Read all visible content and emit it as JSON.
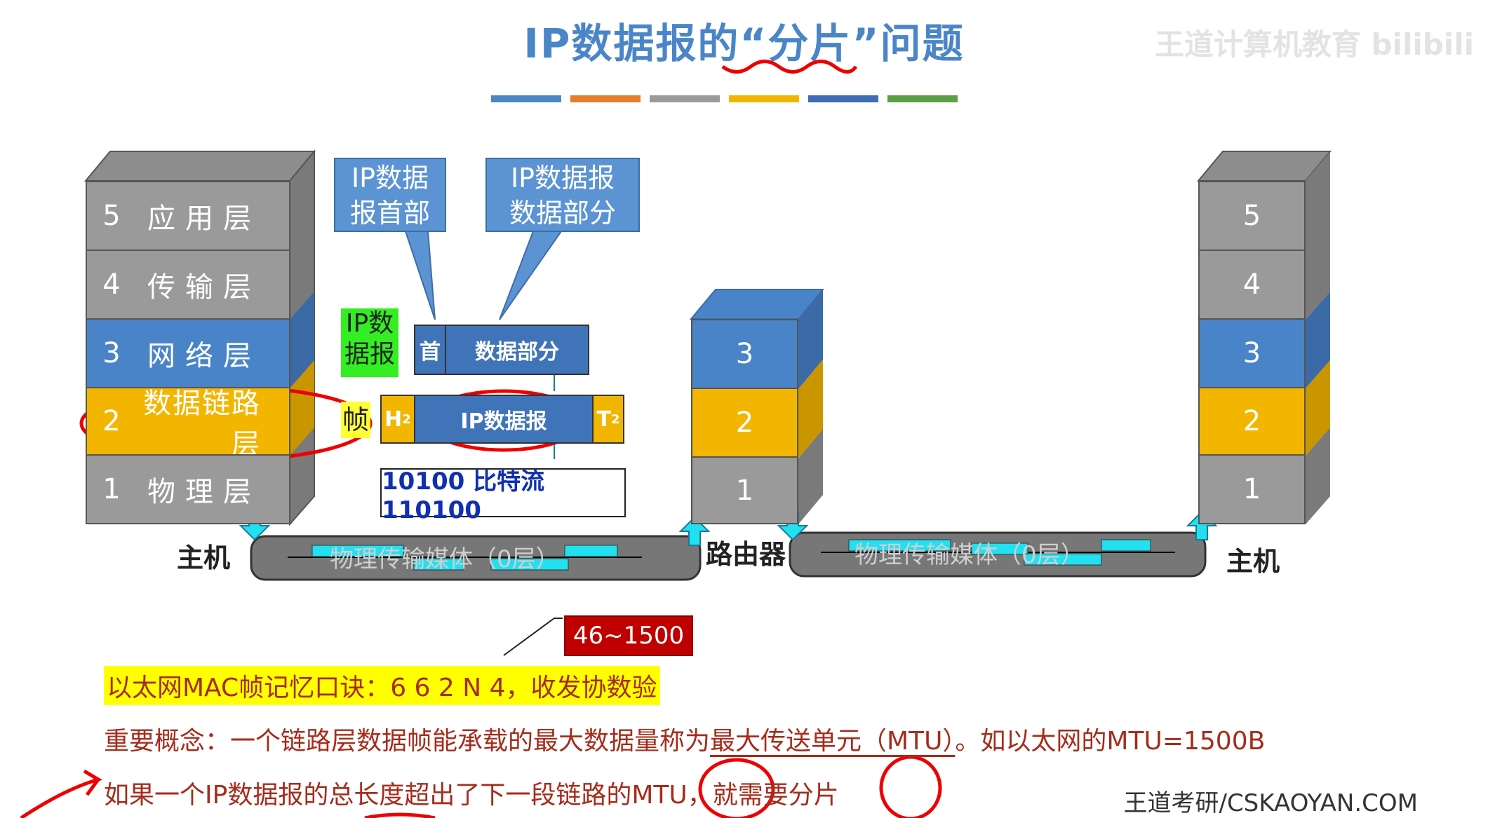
{
  "title": "IP数据报的“分片”问题",
  "watermark": "王道计算机教育 bilibili",
  "colors": [
    "#4a86c7",
    "#e57d2a",
    "#9a9a9a",
    "#f2b500",
    "#3f6bb7",
    "#5ba044"
  ],
  "left_stack": {
    "layers": [
      {
        "num": "5",
        "name": "应用层"
      },
      {
        "num": "4",
        "name": "传输层"
      },
      {
        "num": "3",
        "name": "网络层"
      },
      {
        "num": "2",
        "name": "数据链路层"
      },
      {
        "num": "1",
        "name": "物理层"
      }
    ],
    "label": "主机"
  },
  "router": {
    "layers": [
      "3",
      "2",
      "1"
    ],
    "label": "路由器"
  },
  "right_stack": {
    "layers": [
      "5",
      "4",
      "3",
      "2",
      "1"
    ],
    "label": "主机"
  },
  "media": {
    "left": "物理传输媒体（0层）",
    "right": "物理传输媒体（0层）"
  },
  "callouts": {
    "header": "IP数据报首部",
    "data": "IP数据报数据部分"
  },
  "tags": {
    "ip_datagram": "IP数据报",
    "frame": "帧"
  },
  "packet": {
    "head": "首",
    "data": "数据部分"
  },
  "frame": {
    "h": "H",
    "h_sub": "2",
    "ip": "IP数据报",
    "t": "T",
    "t_sub": "2"
  },
  "bits": "10100 比特流 110100",
  "mtu_range": "46~1500",
  "lines": {
    "mnemonic": "以太网MAC帧记忆口诀：6 6 2 N 4，收发协数验",
    "concept_prefix": "重要概念：一个链路层数据帧能承载的最大数据量称为",
    "concept_term": "最大传送单元（MTU）",
    "concept_suffix": "。如以太网的MTU=1500B",
    "frag_prefix": "如果一个IP数据报的",
    "frag_term": "总长度",
    "frag_suffix": "超出了下一段链路的MTU，就需要分片"
  },
  "footer": "王道考研/CSKAOYAN.COM"
}
